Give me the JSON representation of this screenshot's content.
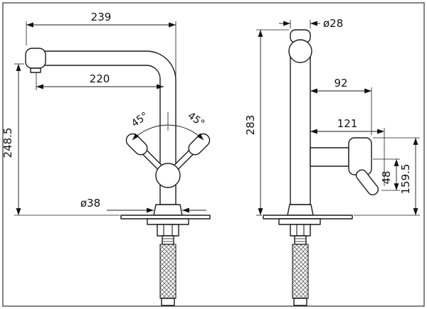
{
  "front_view": {
    "dim_overall_reach": "239",
    "dim_spout_reach": "220",
    "dim_height": "248.5",
    "dim_swivel_left": "45°",
    "dim_swivel_right": "45°",
    "dim_base_diameter": "ø38"
  },
  "side_view": {
    "dim_top_diameter": "ø28",
    "dim_handle_offset": "92",
    "dim_handle_reach": "121",
    "dim_total_height": "283",
    "dim_outlet_height": "159.5",
    "dim_handle_thickness": "48"
  }
}
